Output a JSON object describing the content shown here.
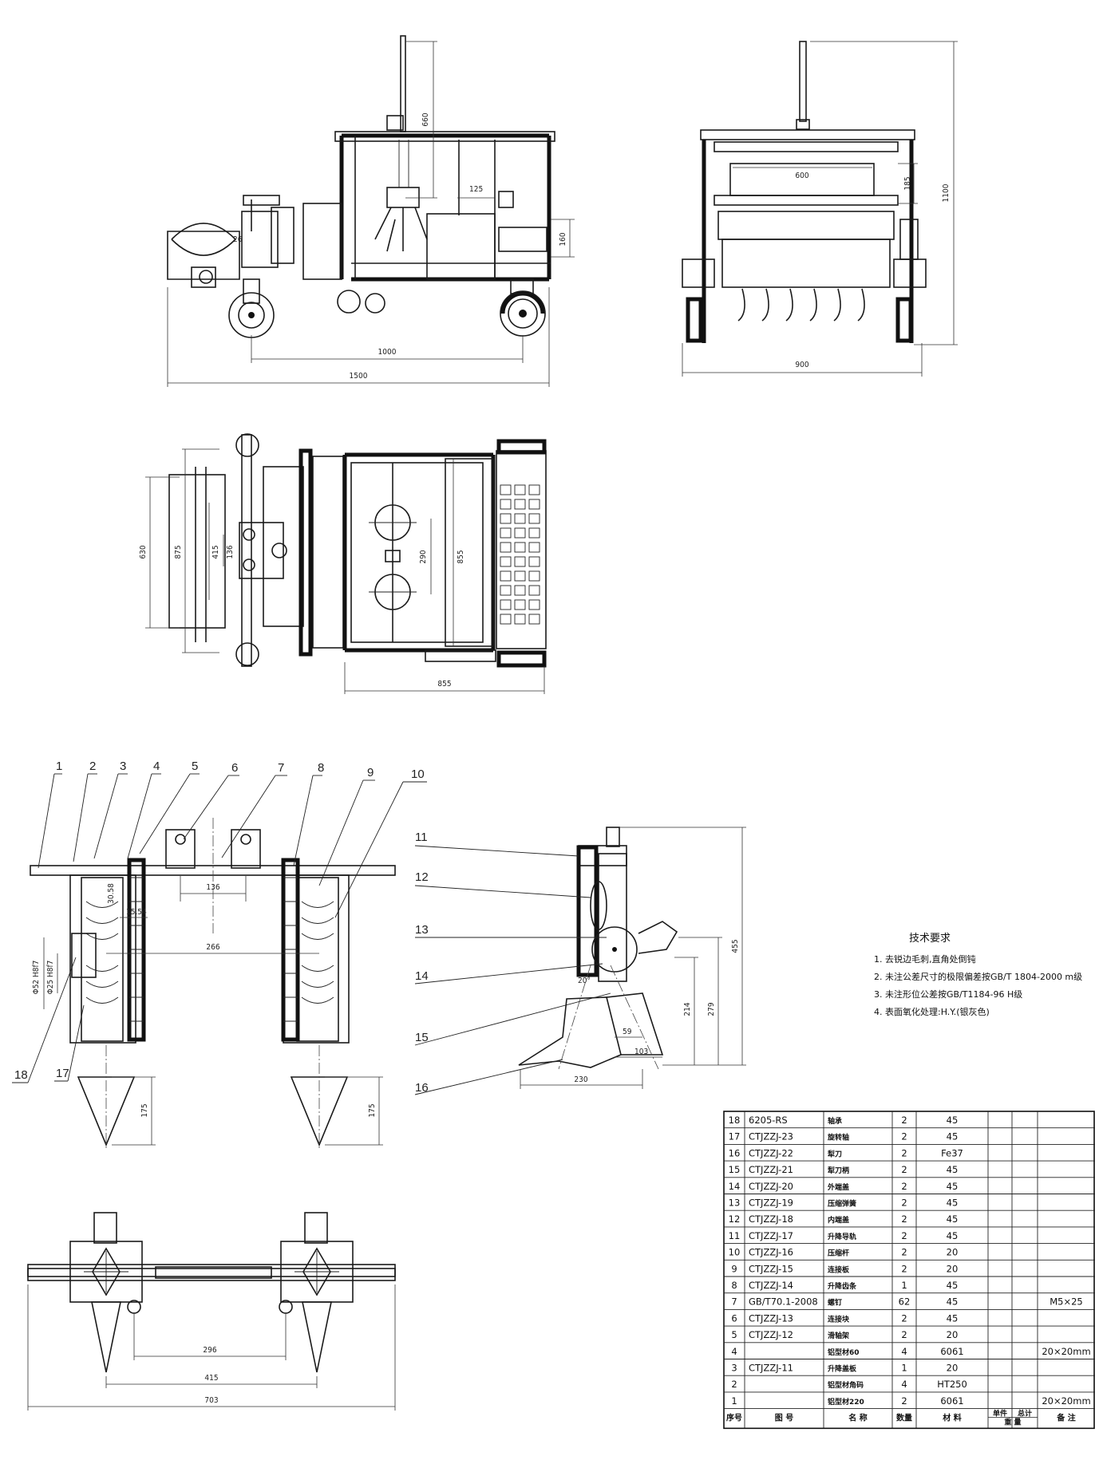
{
  "dimensions": {
    "side_view": {
      "height_660": "660",
      "width_125": "125",
      "height_160": "160",
      "wheel_26": "26",
      "span_1000": "1000",
      "span_1500": "1500"
    },
    "front_view": {
      "width_600": "600",
      "height_185": "185",
      "height_1100": "1100",
      "width_900": "900"
    },
    "top_view": {
      "d_630": "630",
      "d_875": "875",
      "d_415": "415",
      "d_136": "136",
      "d_290": "290",
      "d_855_v": "855",
      "d_855_h": "855"
    },
    "detail_front": {
      "d_30_58": "30.58",
      "d_15_54": "15.54",
      "d_136": "136",
      "d_266": "266",
      "d_52": "Φ52 H8f7",
      "d_25": "Φ25 H8f7",
      "d_175_l": "175",
      "d_175_r": "175"
    },
    "detail_side": {
      "angle": "20°",
      "d_455": "455",
      "d_214": "214",
      "d_279": "279",
      "d_59": "59",
      "d_103": "103",
      "d_230": "230"
    },
    "detail_top": {
      "d_296": "296",
      "d_415": "415",
      "d_703": "703"
    }
  },
  "leaders_top": [
    "1",
    "2",
    "3",
    "4",
    "5",
    "6",
    "7",
    "8",
    "9",
    "10"
  ],
  "leaders_left": [
    "18",
    "17"
  ],
  "leaders_side": [
    "11",
    "12",
    "13",
    "14",
    "15",
    "16"
  ],
  "requirements": {
    "title": "技术要求",
    "items": [
      "1. 去锐边毛刺,直角处倒钝",
      "2. 未注公差尺寸的极限偏差按GB/T 1804-2000 m级",
      "3. 未注形位公差按GB/T1184-96 H级",
      "4. 表面氧化处理:H.Y.(银灰色)"
    ]
  },
  "parts_table": {
    "rows": [
      {
        "no": "18",
        "code": "6205-RS",
        "name": "轴承",
        "qty": "2",
        "material": "45",
        "note": ""
      },
      {
        "no": "17",
        "code": "CTJZZJ-23",
        "name": "旋转轴",
        "qty": "2",
        "material": "45",
        "note": ""
      },
      {
        "no": "16",
        "code": "CTJZZJ-22",
        "name": "犁刀",
        "qty": "2",
        "material": "Fe37",
        "note": ""
      },
      {
        "no": "15",
        "code": "CTJZZJ-21",
        "name": "犁刀柄",
        "qty": "2",
        "material": "45",
        "note": ""
      },
      {
        "no": "14",
        "code": "CTJZZJ-20",
        "name": "外端盖",
        "qty": "2",
        "material": "45",
        "note": ""
      },
      {
        "no": "13",
        "code": "CTJZZJ-19",
        "name": "压缩弹簧",
        "qty": "2",
        "material": "45",
        "note": ""
      },
      {
        "no": "12",
        "code": "CTJZZJ-18",
        "name": "内端盖",
        "qty": "2",
        "material": "45",
        "note": ""
      },
      {
        "no": "11",
        "code": "CTJZZJ-17",
        "name": "升降导轨",
        "qty": "2",
        "material": "45",
        "note": ""
      },
      {
        "no": "10",
        "code": "CTJZZJ-16",
        "name": "压缩杆",
        "qty": "2",
        "material": "20",
        "note": ""
      },
      {
        "no": "9",
        "code": "CTJZZJ-15",
        "name": "连接板",
        "qty": "2",
        "material": "20",
        "note": ""
      },
      {
        "no": "8",
        "code": "CTJZZJ-14",
        "name": "升降齿条",
        "qty": "1",
        "material": "45",
        "note": ""
      },
      {
        "no": "7",
        "code": "GB/T70.1-2008",
        "name": "螺钉",
        "qty": "62",
        "material": "45",
        "note": "M5×25"
      },
      {
        "no": "6",
        "code": "CTJZZJ-13",
        "name": "连接块",
        "qty": "2",
        "material": "45",
        "note": ""
      },
      {
        "no": "5",
        "code": "CTJZZJ-12",
        "name": "滑轴架",
        "qty": "2",
        "material": "20",
        "note": ""
      },
      {
        "no": "4",
        "code": "",
        "name": "铝型材60",
        "qty": "4",
        "material": "6061",
        "note": "20×20mm"
      },
      {
        "no": "3",
        "code": "CTJZZJ-11",
        "name": "升降盖板",
        "qty": "1",
        "material": "20",
        "note": ""
      },
      {
        "no": "2",
        "code": "",
        "name": "铝型材角码",
        "qty": "4",
        "material": "HT250",
        "note": ""
      },
      {
        "no": "1",
        "code": "",
        "name": "铝型材220",
        "qty": "2",
        "material": "6061",
        "note": "20×20mm"
      }
    ],
    "headers": {
      "no": "序号",
      "code": "图 号",
      "name": "名 称",
      "qty": "数量",
      "material": "材 料",
      "unit_weight": "单件",
      "total_weight": "总计",
      "weight": "重 量",
      "note": "备 注"
    }
  }
}
